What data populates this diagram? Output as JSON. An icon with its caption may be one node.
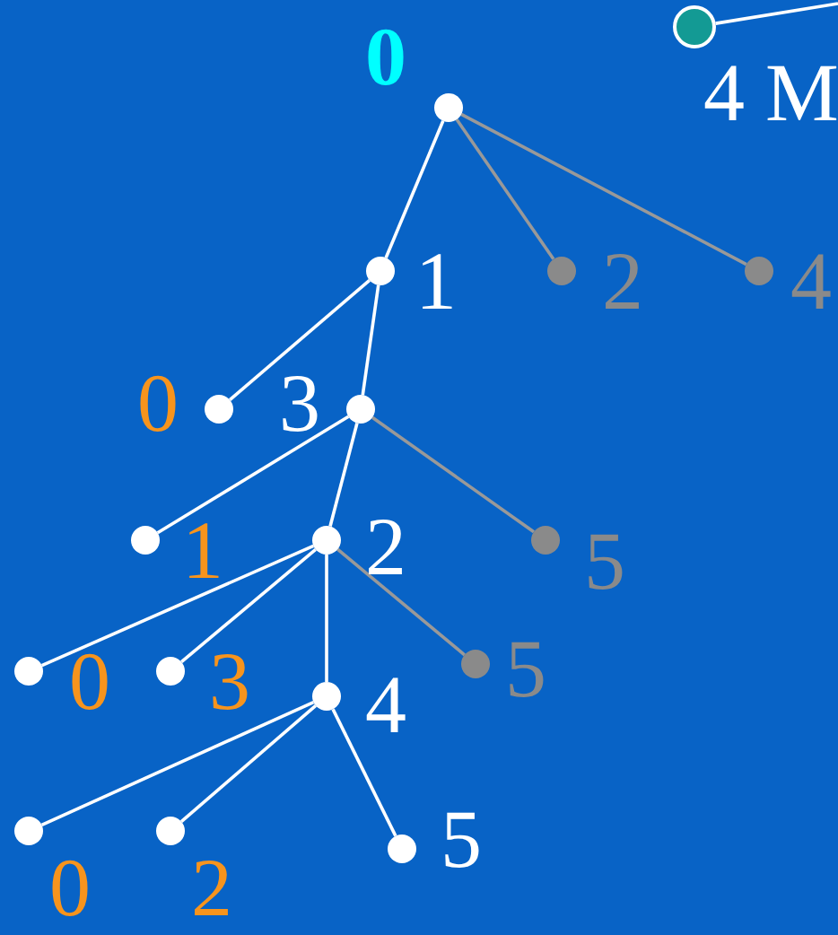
{
  "diagram": {
    "nodes": [
      {
        "text": [],
        "shape": "circle",
        "beside": [
          "0"
        ]
      },
      {
        "text": [],
        "shape": "circle",
        "beside": [
          "1"
        ]
      },
      {
        "text": [],
        "shape": "circle",
        "beside": [
          "2"
        ]
      },
      {
        "text": [],
        "shape": "circle",
        "beside": [
          "4"
        ]
      },
      {
        "text": [],
        "shape": "circle",
        "beside": [
          "0"
        ]
      },
      {
        "text": [],
        "shape": "circle",
        "beside": [
          "3"
        ]
      },
      {
        "text": [],
        "shape": "circle",
        "beside": [
          "5"
        ]
      },
      {
        "text": [],
        "shape": "circle",
        "beside": [
          "1"
        ]
      },
      {
        "text": [],
        "shape": "circle",
        "beside": [
          "2"
        ]
      },
      {
        "text": [],
        "shape": "circle",
        "beside": [
          "0"
        ]
      },
      {
        "text": [],
        "shape": "circle",
        "beside": [
          "3"
        ]
      },
      {
        "text": [],
        "shape": "circle",
        "beside": [
          "5"
        ]
      },
      {
        "text": [],
        "shape": "circle",
        "beside": [
          "4"
        ]
      },
      {
        "text": [],
        "shape": "circle",
        "beside": [
          "0"
        ]
      },
      {
        "text": [],
        "shape": "circle",
        "beside": [
          "2"
        ]
      },
      {
        "text": [],
        "shape": "circle",
        "beside": [
          "5"
        ]
      },
      {
        "text": [],
        "shape": "circle",
        "beside": [
          "4 M"
        ]
      }
    ],
    "edges": [
      {
        "from": 0,
        "to": 1,
        "arrow": "none"
      },
      {
        "from": 0,
        "to": 2,
        "arrow": "none",
        "color": "#999999"
      },
      {
        "from": 0,
        "to": 3,
        "arrow": "none",
        "color": "#999999"
      },
      {
        "from": 1,
        "to": 4,
        "arrow": "none"
      },
      {
        "from": 1,
        "to": 5,
        "arrow": "none"
      },
      {
        "from": 5,
        "to": 6,
        "arrow": "none",
        "color": "#999999"
      },
      {
        "from": 5,
        "to": 7,
        "arrow": "none"
      },
      {
        "from": 5,
        "to": 8,
        "arrow": "none"
      },
      {
        "from": 8,
        "to": 9,
        "arrow": "none"
      },
      {
        "from": 8,
        "to": 10,
        "arrow": "none"
      },
      {
        "from": 8,
        "to": 11,
        "arrow": "none",
        "color": "#999999"
      },
      {
        "from": 8,
        "to": 12,
        "arrow": "none"
      },
      {
        "from": 12,
        "to": 13,
        "arrow": "none"
      },
      {
        "from": 12,
        "to": 14,
        "arrow": "none"
      },
      {
        "from": 12,
        "to": 15,
        "arrow": "none"
      },
      {
        "from": 16,
        "to": null,
        "arrow": "none"
      }
    ]
  }
}
